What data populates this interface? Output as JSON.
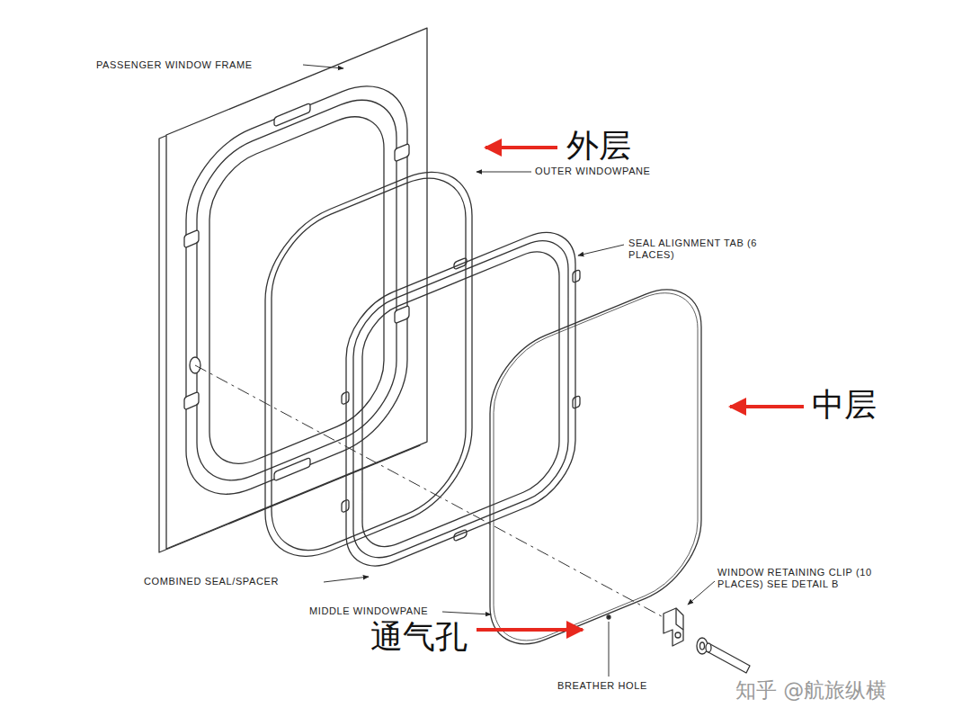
{
  "diagram": {
    "labels": [
      "PASSENGER WINDOW FRAME",
      "外层",
      "OUTER WINDOWPANE",
      "SEAL ALIGNMENT TAB (6 PLACES)",
      "中层",
      "COMBINED SEAL/SPACER",
      "MIDDLE WINDOWPANE",
      "通气孔",
      "BREATHER HOLE",
      "WINDOW RETAINING CLIP (10 PLACES) SEE DETAIL B",
      "知乎 @航旅纵横"
    ]
  }
}
